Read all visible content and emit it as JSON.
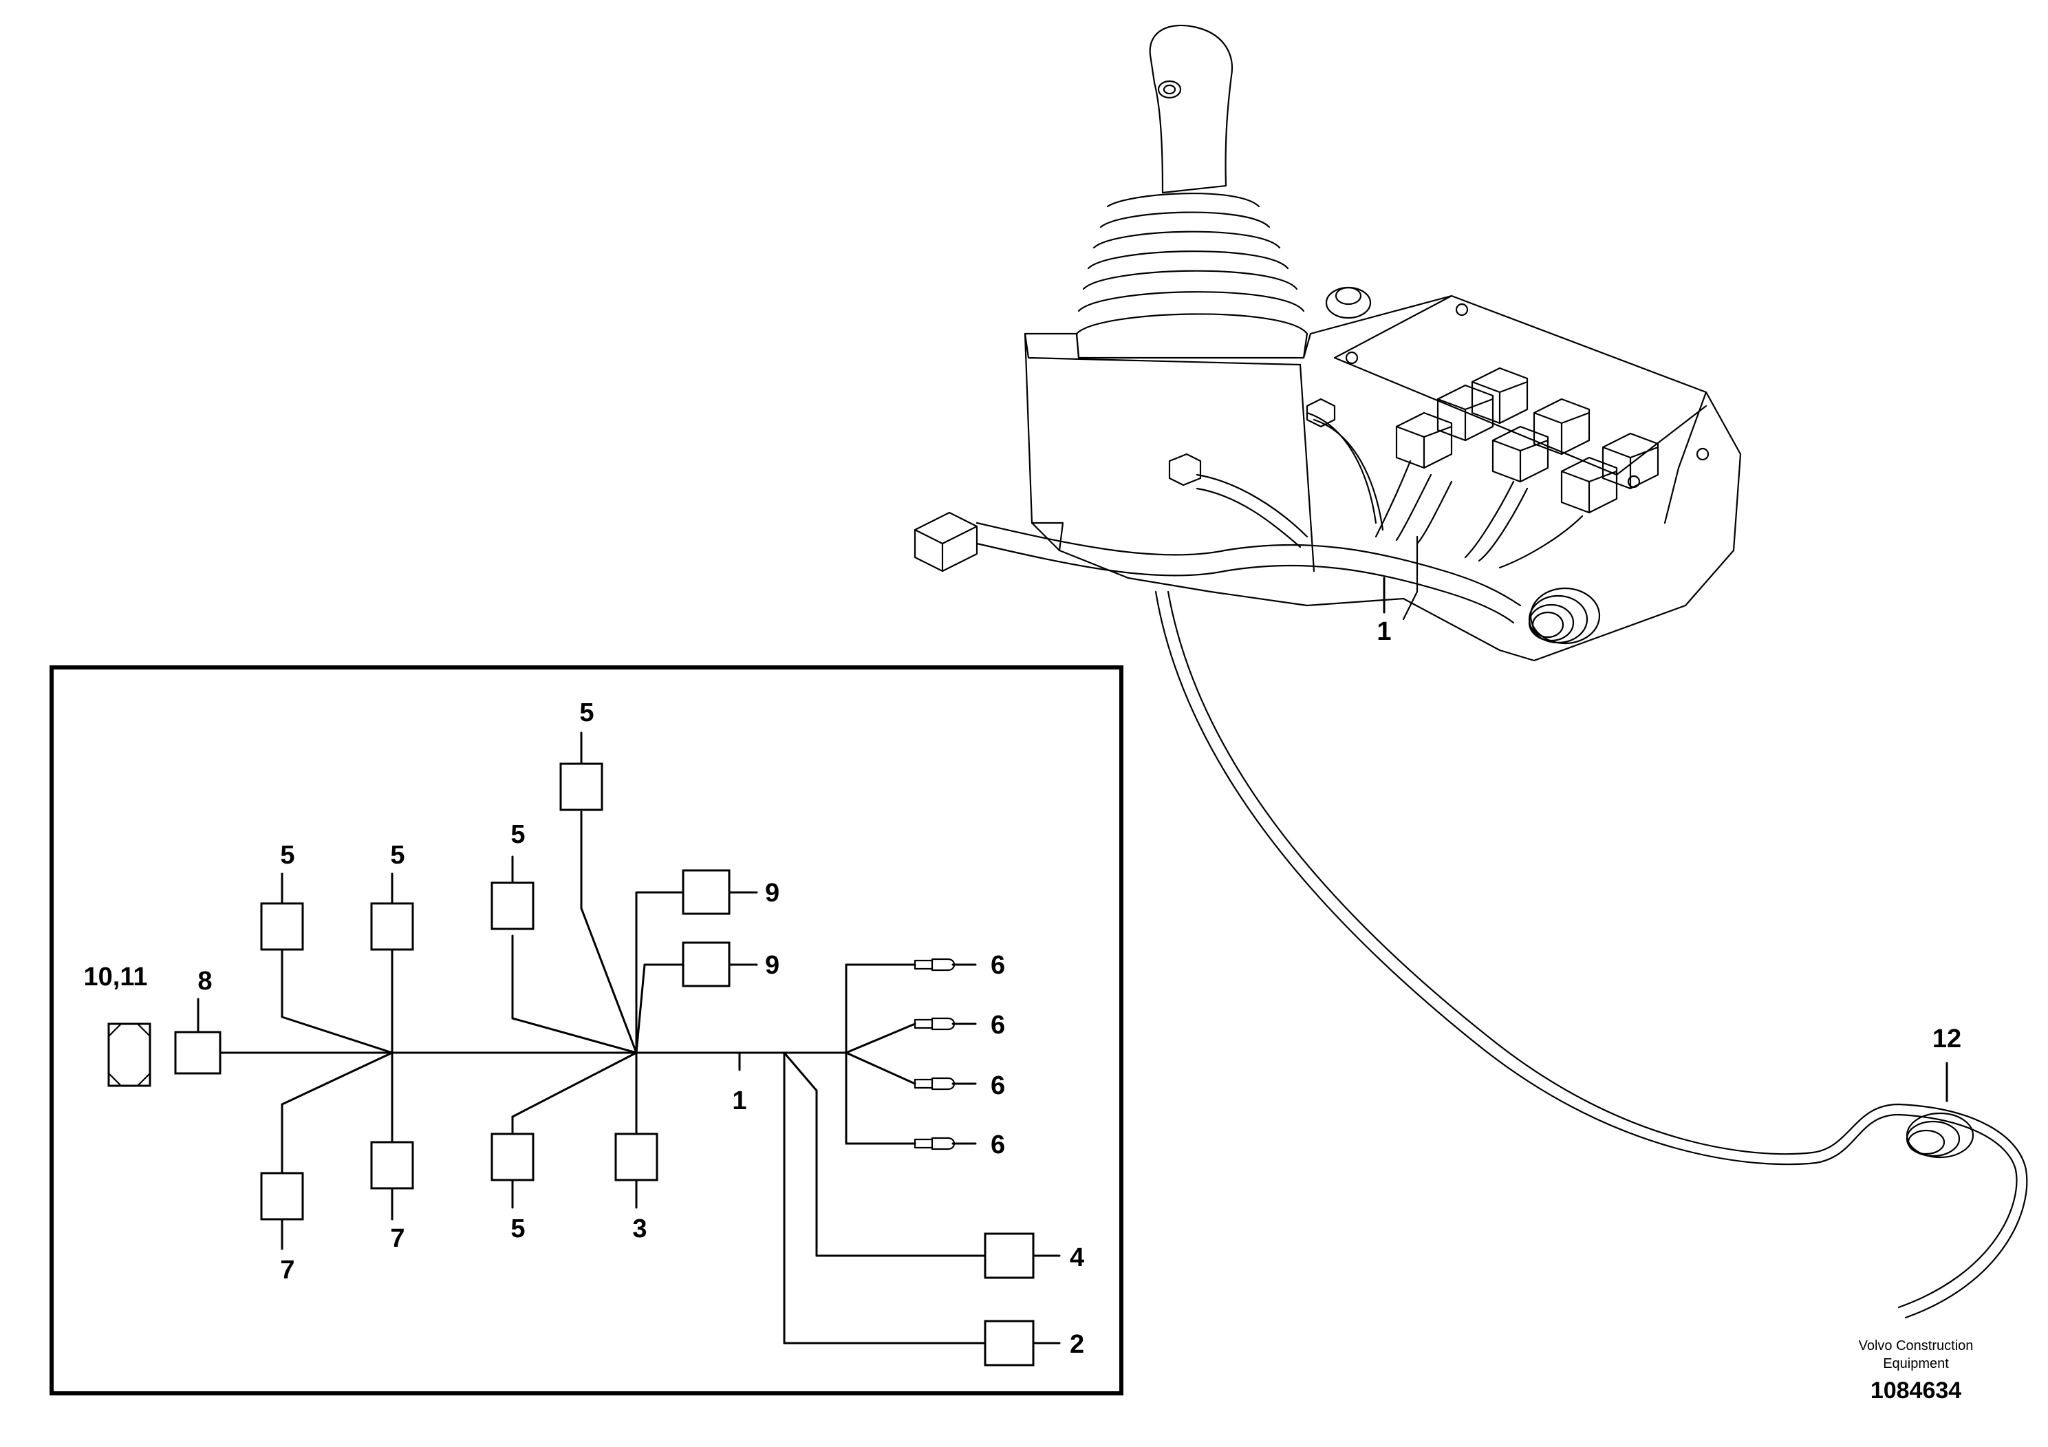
{
  "brand": {
    "line1": "Volvo Construction",
    "line2": "Equipment",
    "doc_number": "1084634"
  },
  "illustration": {
    "callout_harness": "1",
    "callout_grommet": "12"
  },
  "schematic": {
    "callout_left_connector": "10,11",
    "callout_8": "8",
    "callout_5a": "5",
    "callout_5b": "5",
    "callout_5c": "5",
    "callout_5d": "5",
    "callout_5e": "5",
    "callout_7a": "7",
    "callout_7b": "7",
    "callout_9a": "9",
    "callout_9b": "9",
    "callout_3": "3",
    "callout_1": "1",
    "callout_6a": "6",
    "callout_6b": "6",
    "callout_6c": "6",
    "callout_6d": "6",
    "callout_4": "4",
    "callout_2": "2"
  }
}
